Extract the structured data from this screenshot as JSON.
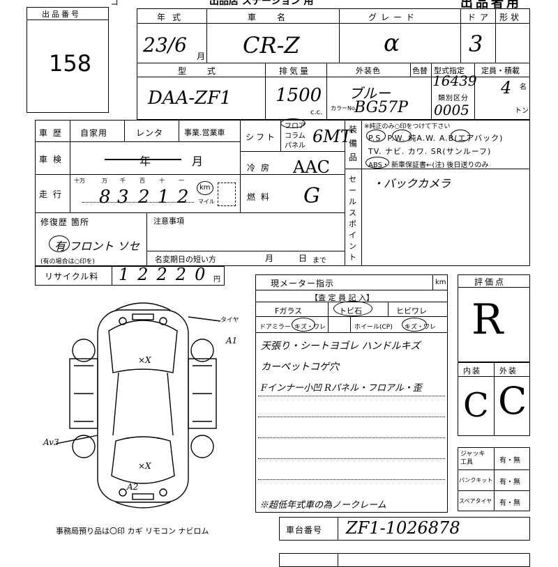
{
  "header": {
    "title_fragment": "出品店 ステーション 用",
    "copy_label": "出品者用"
  },
  "lot": {
    "label": "出品番号",
    "number": "158"
  },
  "year": {
    "label": "年式",
    "value": "23/6",
    "unit": "月"
  },
  "car_name": {
    "label": "車名",
    "value": "CR-Z"
  },
  "grade": {
    "label": "グレード",
    "value": "α"
  },
  "doors": {
    "label": "ドア",
    "value": "3"
  },
  "body_shape": {
    "label": "形状",
    "value": ""
  },
  "model": {
    "label": "型式",
    "value": "DAA-ZF1"
  },
  "displacement": {
    "label": "排気量",
    "value": "1500",
    "unit": "c.c."
  },
  "exterior_color": {
    "label": "外装色",
    "value": "ブルー"
  },
  "color_change": {
    "label": "色替",
    "value": ""
  },
  "color_no": {
    "label": "カラーNo.",
    "value": "BG57P"
  },
  "model_designation": {
    "label": "型式指定",
    "value": "16439"
  },
  "category": {
    "label": "類別区分",
    "value": "0005"
  },
  "capacity": {
    "label": "定員・積載",
    "value": "4",
    "unit_person": "名",
    "unit_ton": "トン"
  },
  "history": {
    "label": "車歴",
    "options": [
      "自家用",
      "レンタ",
      "事業.営業車"
    ]
  },
  "inspection": {
    "label": "車検",
    "year": "年",
    "month": "月"
  },
  "mileage": {
    "label": "走行",
    "digit_labels": [
      "十万",
      "万",
      "千",
      "百",
      "十",
      "一"
    ],
    "digits": [
      "",
      "8",
      "3",
      "2",
      "1",
      "2"
    ],
    "unit_km": "km",
    "unit_mile": "マイル"
  },
  "shift": {
    "label": "シフト",
    "options": [
      "フロア",
      "コラム",
      "パネル"
    ],
    "value": "6MT"
  },
  "aircon": {
    "label": "冷房",
    "value": "AAC"
  },
  "fuel": {
    "label": "燃料",
    "value": "G"
  },
  "equipment": {
    "label": "装備品",
    "note": "※純正のみ○印をつけて下さい",
    "line1": "P.S. P.W. 純A.W. A.B(エアバック)",
    "line2": "TV. ナビ. カワ. SR(サンルーフ)",
    "line3": "ABS・ 新車保証書←(注) 後日送りのみ"
  },
  "sales_point": {
    "label": "セールスポイント",
    "value": "・バックカメラ"
  },
  "repair": {
    "label": "修復歴 箇所",
    "value": "有 フロント ソセ",
    "note": "(有の場合は○印を)"
  },
  "notes": {
    "label": "注意事項",
    "rename_label": "名変期日の短い方",
    "month": "月",
    "day": "日",
    "until": "まで"
  },
  "recycle": {
    "label": "リサイクル料",
    "value": "12220",
    "unit": "円"
  },
  "meter": {
    "label": "現メーター指示",
    "unit": "km"
  },
  "inspector": {
    "label": "【査 定 員 記 入】",
    "glass_label": "Fガラス",
    "glass_opt1": "トビ石",
    "glass_opt2": "ヒビワレ",
    "mirror_label": "ドアミラー",
    "mirror_value": "キズ・ワレ",
    "wheel_label": "ホイール(CP)",
    "wheel_value": "キズ・ワレ",
    "remark1": "天張り・シートヨゴレ ハンドルキズ",
    "remark2": "カーペットコゲ穴",
    "remark3": "Fインナー小凹 Rパネル・フロアル・歪",
    "remark4": "※超低年式車の為ノークレーム"
  },
  "evaluation": {
    "label": "評価点",
    "value": "R"
  },
  "interior": {
    "label": "内装",
    "value": "C"
  },
  "exterior": {
    "label": "外装",
    "value": "C"
  },
  "tools": {
    "jack_label": "ジャッキ 工具",
    "puncture_label": "パンクキット",
    "spare_label": "スペアタイヤ",
    "option": "有・無"
  },
  "chassis": {
    "label": "車台番号",
    "value": "ZF1-1026878"
  },
  "office_note": "事務局預り品は〇印 カギ リモコン ナビロム",
  "diagram_marks": {
    "ab": "A1",
    "av": "Av3",
    "a2": "A2",
    "tyre": "タイヤ",
    "xx": "×X"
  }
}
